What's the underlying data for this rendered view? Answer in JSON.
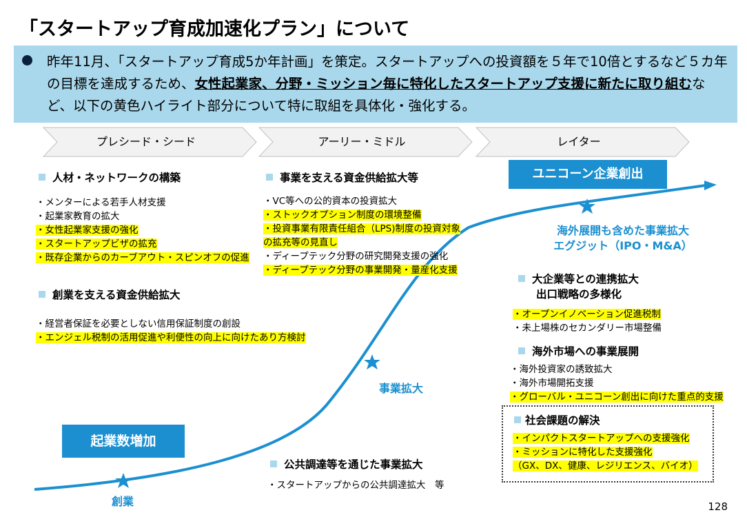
{
  "title": "「スタートアップ育成加速化プラン」について",
  "summary": {
    "part1": "昨年11月、「スタートアップ育成5か年計画」を策定。スタートアップへの投資額を５年で10倍とするなど５カ年の目標を達成するため、",
    "emphasis": "女性起業家、分野・ミッション毎に特化したスタートアップ支援に新たに取り組む",
    "part2": "など、以下の黄色ハイライト部分について特に取組を具体化・強化する。"
  },
  "stages": [
    "プレシード・シード",
    "アーリー・ミドル",
    "レイター"
  ],
  "col1": {
    "sec1": {
      "title": "人材・ネットワークの構築",
      "items": [
        {
          "text": "・メンターによる若手人材支援",
          "hl": false
        },
        {
          "text": "・起業家教育の拡大",
          "hl": false
        },
        {
          "text": "・女性起業家支援の強化",
          "hl": true
        },
        {
          "text": "・スタートアップビザの拡充",
          "hl": true
        },
        {
          "text": "・既存企業からのカーブアウト・スピンオフの促進",
          "hl": true
        }
      ]
    },
    "sec2": {
      "title": "創業を支える資金供給拡大",
      "items": [
        {
          "text": "・経営者保証を必要としない信用保証制度の創設",
          "hl": false
        },
        {
          "text": "・エンジェル税制の活用促進や利便性の向上に向けたあり方検討",
          "hl": true
        }
      ]
    }
  },
  "col2": {
    "sec1": {
      "title": "事業を支える資金供給拡大等",
      "items": [
        {
          "text": "・VC等への公的資本の投資拡大",
          "hl": false
        },
        {
          "text": "・ストックオプション制度の環境整備",
          "hl": true
        },
        {
          "text": "・投資事業有限責任組合（LPS)制度の投資対象",
          "hl": true
        },
        {
          "text": "の拡充等の見直し",
          "hl": true
        },
        {
          "text": "・ディープテック分野の研究開発支援の強化",
          "hl": false
        },
        {
          "text": "・ディープテック分野の事業開発・量産化支援",
          "hl": true
        }
      ]
    },
    "sec2": {
      "title": "公共調達等を通じた事業拡大",
      "items": [
        {
          "text": "・スタートアップからの公共調達拡大　等",
          "hl": false
        }
      ]
    }
  },
  "col3": {
    "unicorn": "ユニコーン企業創出",
    "expansion_line1": "海外展開も含めた事業拡大",
    "expansion_line2": "エグジット（IPO・M&A）",
    "sec1": {
      "title_line1": "大企業等との連携拡大",
      "title_line2": "出口戦略の多様化",
      "items": [
        {
          "text": "・オープンイノベーション促進税制",
          "hl": true
        },
        {
          "text": "・未上場株のセカンダリー市場整備",
          "hl": false
        }
      ]
    },
    "sec2": {
      "title": "海外市場への事業展開",
      "items": [
        {
          "text": "・海外投資家の誘致拡大",
          "hl": false
        },
        {
          "text": "・海外市場開拓支援",
          "hl": false
        },
        {
          "text": "・グローバル・ユニコーン創出に向けた重点的支援",
          "hl": true
        }
      ]
    },
    "sec3": {
      "title": "社会課題の解決",
      "items": [
        {
          "text": "・インパクトスタートアップへの支援強化",
          "hl": true
        },
        {
          "text": "・ミッションに特化した支援強化",
          "hl": true
        },
        {
          "text": "（GX、DX、健康、レジリエンス、バイオ）",
          "hl": true
        }
      ]
    }
  },
  "curve": {
    "founding": "創業",
    "founding_increase": "起業数増加",
    "business_expansion": "事業拡大"
  },
  "page_number": "128"
}
